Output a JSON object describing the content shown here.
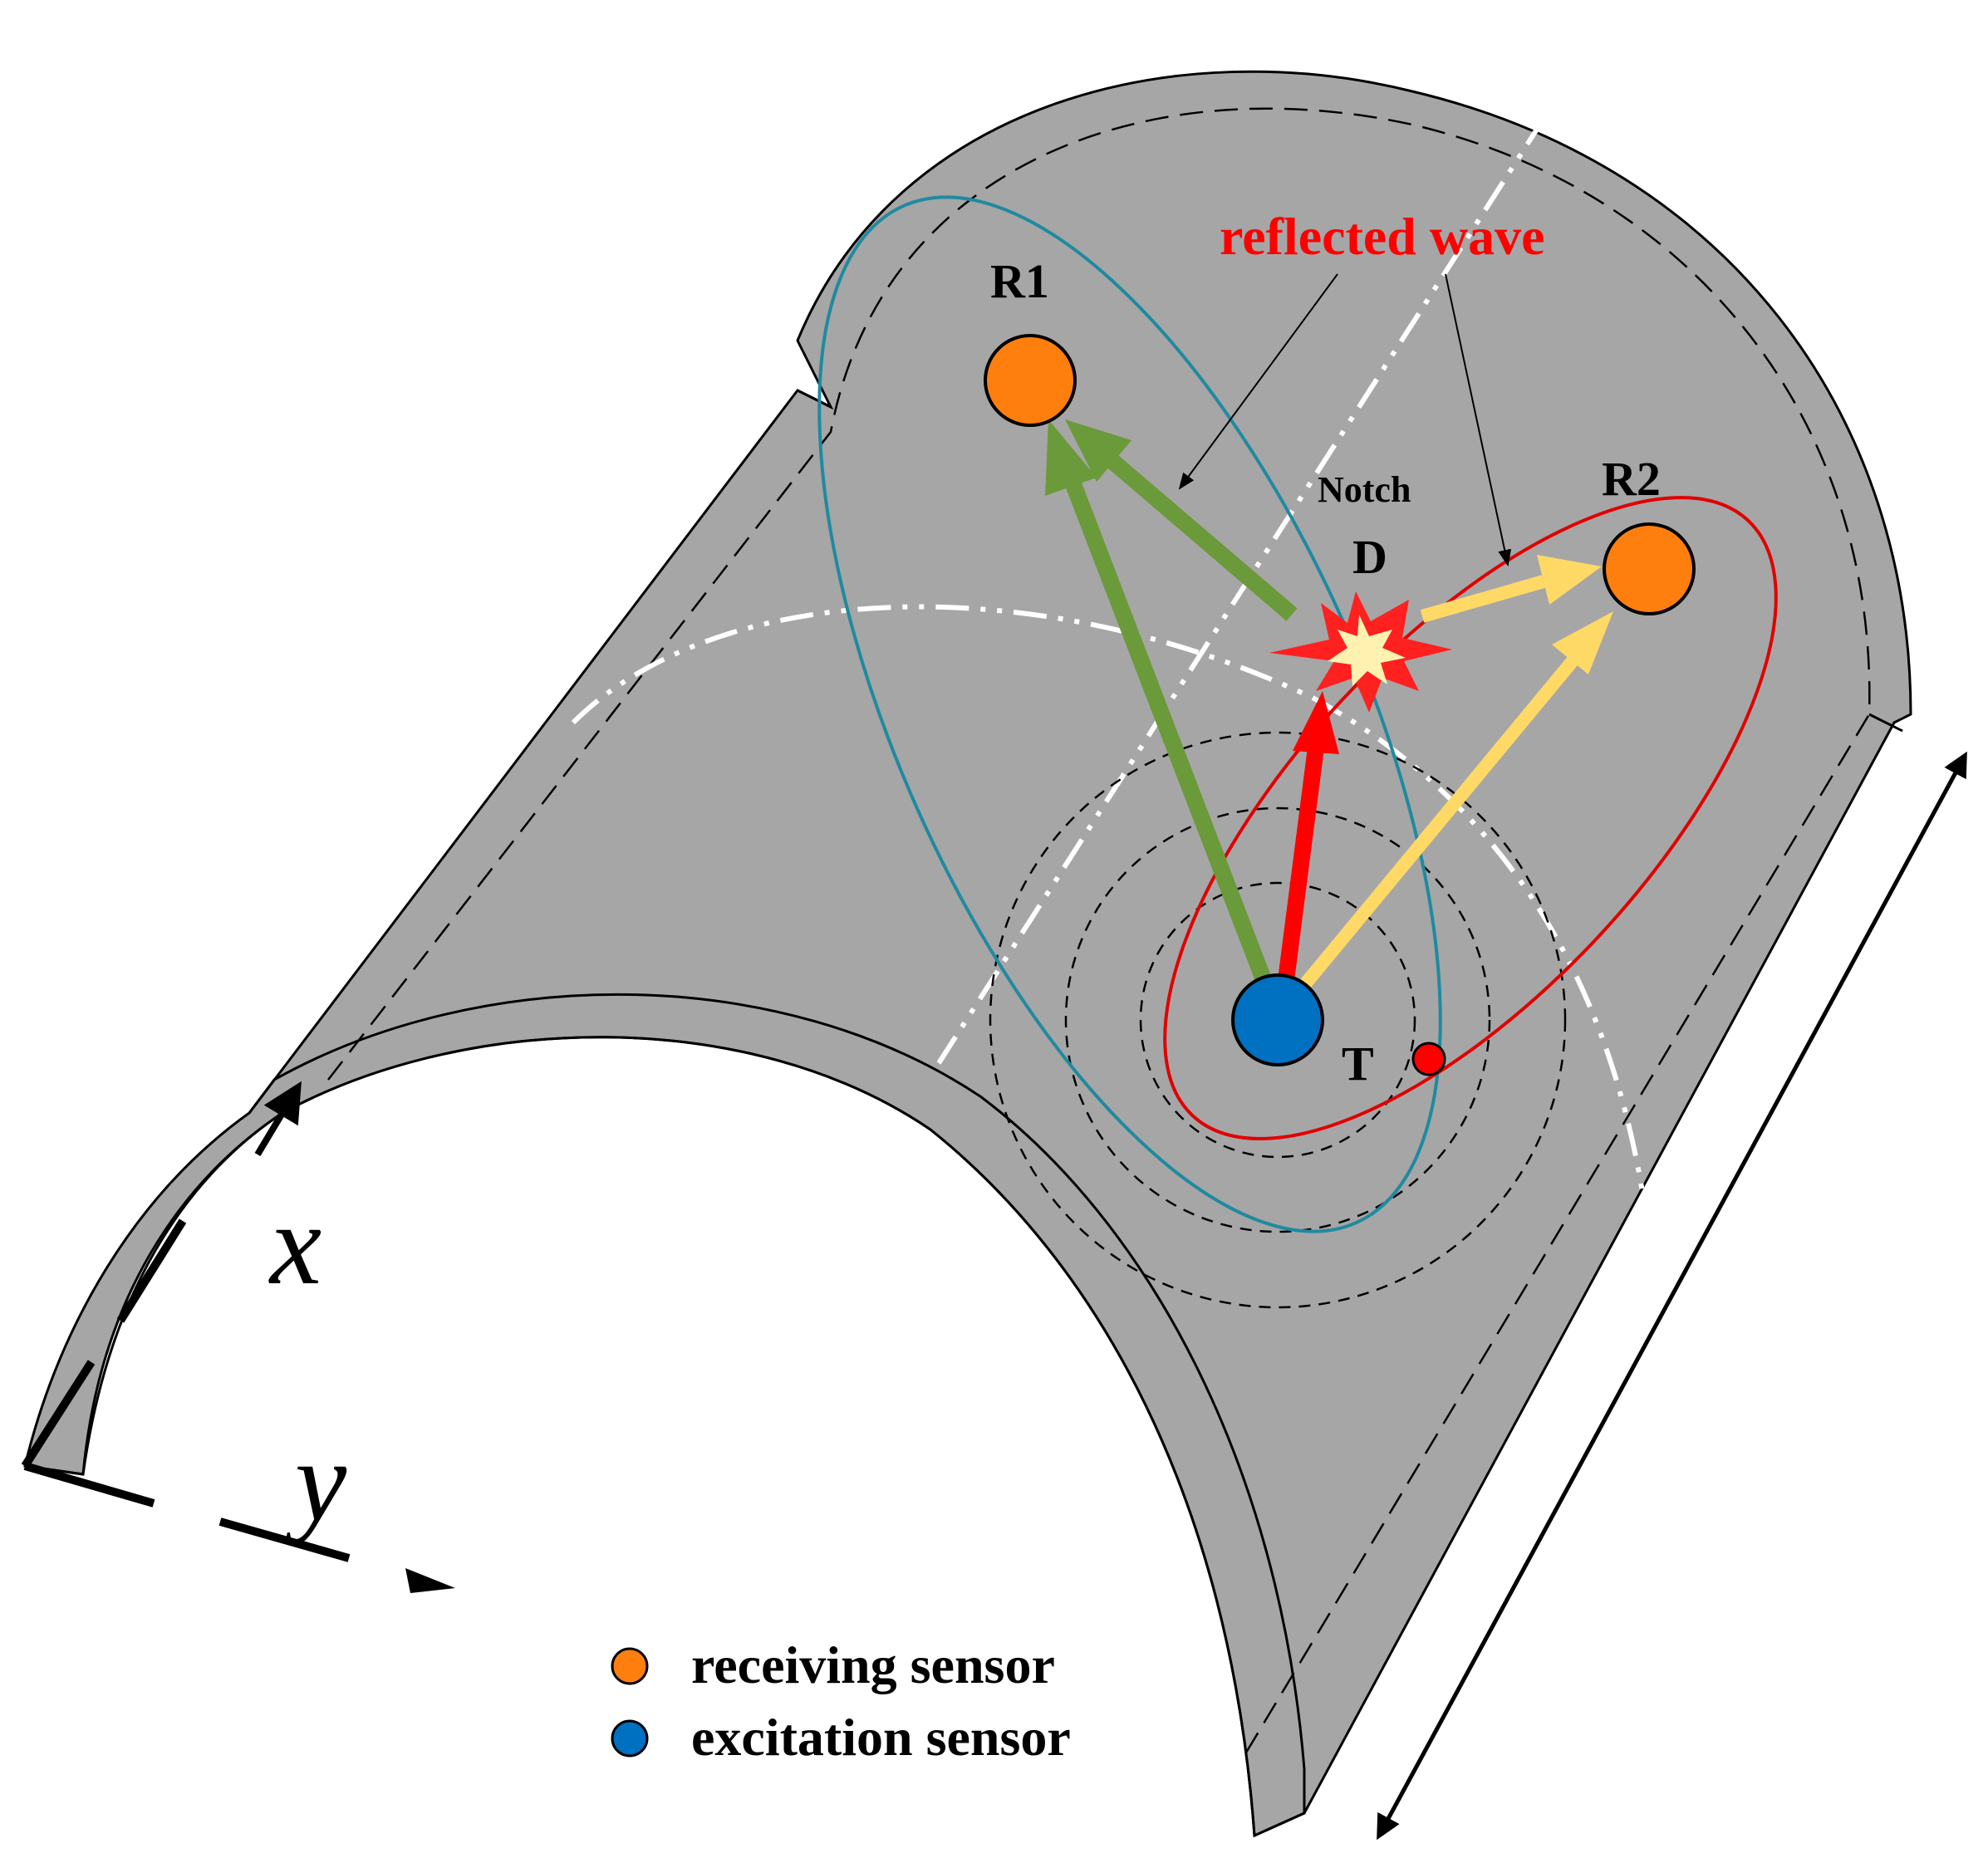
{
  "labels": {
    "reflected_wave": "reflected wave",
    "r1": "R1",
    "r2": "R2",
    "notch": "Notch",
    "d": "D",
    "t": "T",
    "x_axis": "x",
    "y_axis": "y"
  },
  "legend": {
    "items": [
      {
        "label": "receiving sensor",
        "color": "#ff7f0e"
      },
      {
        "label": "excitation sensor",
        "color": "#0070c0"
      }
    ]
  },
  "colors": {
    "plate": "#a6a6a6",
    "receiving_sensor": "#ff7f0e",
    "excitation_sensor": "#0070c0",
    "path_to_r1": "#6b9a3a",
    "path_to_r2": "#ffd966",
    "incident_wave": "#ff0000",
    "ellipse_r1": "#1f8aa0",
    "ellipse_r2": "#e00000",
    "reflected_wave_text": "#ff0000"
  }
}
